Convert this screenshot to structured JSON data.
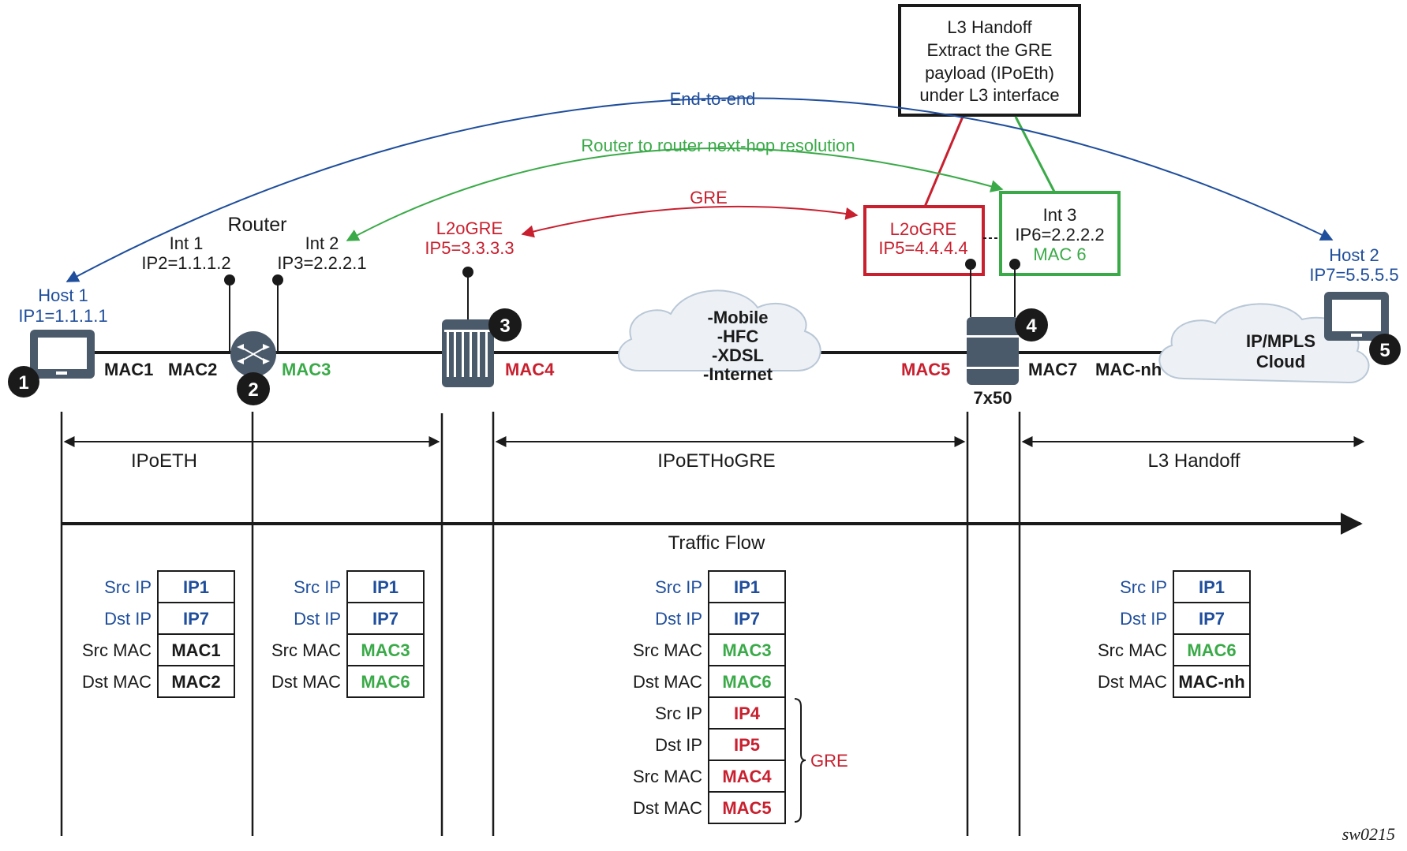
{
  "colors": {
    "blue": "#1f4e9c",
    "green": "#3aaa48",
    "red": "#c8202f",
    "black": "#1a1a1a",
    "device": "#4a5a6a",
    "cloud_fill": "#edf1f6"
  },
  "callout": {
    "lines": [
      "L3 Handoff",
      "Extract the GRE",
      "payload (IPoEth)",
      "under L3 interface"
    ]
  },
  "arcs": {
    "end_to_end": "End-to-end",
    "router_to_router": "Router to router next-hop resolution",
    "gre": "GRE"
  },
  "nodes": {
    "host1": {
      "name": "Host 1",
      "ip": "IP1=1.1.1.1",
      "badge": "1",
      "mac": "MAC1"
    },
    "router": {
      "name": "Router",
      "badge": "2",
      "int1": {
        "name": "Int 1",
        "ip": "IP2=1.1.1.2",
        "mac": "MAC2"
      },
      "int2": {
        "name": "Int 2",
        "ip": "IP3=2.2.2.1",
        "mac": "MAC3"
      }
    },
    "l2ogre_left": {
      "name": "L2oGRE",
      "ip": "IP5=3.3.3.3",
      "badge": "3",
      "mac": "MAC4"
    },
    "access_cloud": {
      "lines": [
        "-Mobile",
        "-HFC",
        "-XDSL",
        "-Internet"
      ]
    },
    "l2ogre_right": {
      "name": "L2oGRE",
      "ip": "IP5=4.4.4.4"
    },
    "int3": {
      "name": "Int 3",
      "ip": "IP6=2.2.2.2",
      "mac": "MAC 6"
    },
    "pe7x50": {
      "name": "7x50",
      "badge": "4",
      "mac_left": "MAC5",
      "mac_right": "MAC7",
      "mac_nh": "MAC-nh"
    },
    "core_cloud": {
      "lines": [
        "IP/MPLS",
        "Cloud"
      ]
    },
    "host2": {
      "name": "Host 2",
      "ip": "IP7=5.5.5.5",
      "badge": "5"
    }
  },
  "segments": {
    "ipoeth": "IPoETH",
    "ipoethogre": "IPoETHoGRE",
    "l3handoff": "L3 Handoff",
    "traffic_flow": "Traffic Flow"
  },
  "headers": [
    {
      "rows": [
        {
          "label": "Src IP",
          "value": "IP1",
          "label_color": "blue",
          "value_color": "blue"
        },
        {
          "label": "Dst IP",
          "value": "IP7",
          "label_color": "blue",
          "value_color": "blue"
        },
        {
          "label": "Src MAC",
          "value": "MAC1",
          "label_color": "black",
          "value_color": "black"
        },
        {
          "label": "Dst MAC",
          "value": "MAC2",
          "label_color": "black",
          "value_color": "black"
        }
      ]
    },
    {
      "rows": [
        {
          "label": "Src IP",
          "value": "IP1",
          "label_color": "blue",
          "value_color": "blue"
        },
        {
          "label": "Dst IP",
          "value": "IP7",
          "label_color": "blue",
          "value_color": "blue"
        },
        {
          "label": "Src MAC",
          "value": "MAC3",
          "label_color": "black",
          "value_color": "green"
        },
        {
          "label": "Dst MAC",
          "value": "MAC6",
          "label_color": "black",
          "value_color": "green"
        }
      ]
    },
    {
      "rows": [
        {
          "label": "Src IP",
          "value": "IP1",
          "label_color": "blue",
          "value_color": "blue"
        },
        {
          "label": "Dst IP",
          "value": "IP7",
          "label_color": "blue",
          "value_color": "blue"
        },
        {
          "label": "Src MAC",
          "value": "MAC3",
          "label_color": "black",
          "value_color": "green"
        },
        {
          "label": "Dst MAC",
          "value": "MAC6",
          "label_color": "black",
          "value_color": "green"
        },
        {
          "label": "Src IP",
          "value": "IP4",
          "label_color": "black",
          "value_color": "red"
        },
        {
          "label": "Dst IP",
          "value": "IP5",
          "label_color": "black",
          "value_color": "red"
        },
        {
          "label": "Src MAC",
          "value": "MAC4",
          "label_color": "black",
          "value_color": "red"
        },
        {
          "label": "Dst MAC",
          "value": "MAC5",
          "label_color": "black",
          "value_color": "red"
        }
      ],
      "brace_label": "GRE"
    },
    {
      "rows": [
        {
          "label": "Src IP",
          "value": "IP1",
          "label_color": "blue",
          "value_color": "blue"
        },
        {
          "label": "Dst IP",
          "value": "IP7",
          "label_color": "blue",
          "value_color": "blue"
        },
        {
          "label": "Src MAC",
          "value": "MAC6",
          "label_color": "black",
          "value_color": "green"
        },
        {
          "label": "Dst MAC",
          "value": "MAC-nh",
          "label_color": "black",
          "value_color": "black"
        }
      ]
    }
  ],
  "figure_id": "sw0215"
}
